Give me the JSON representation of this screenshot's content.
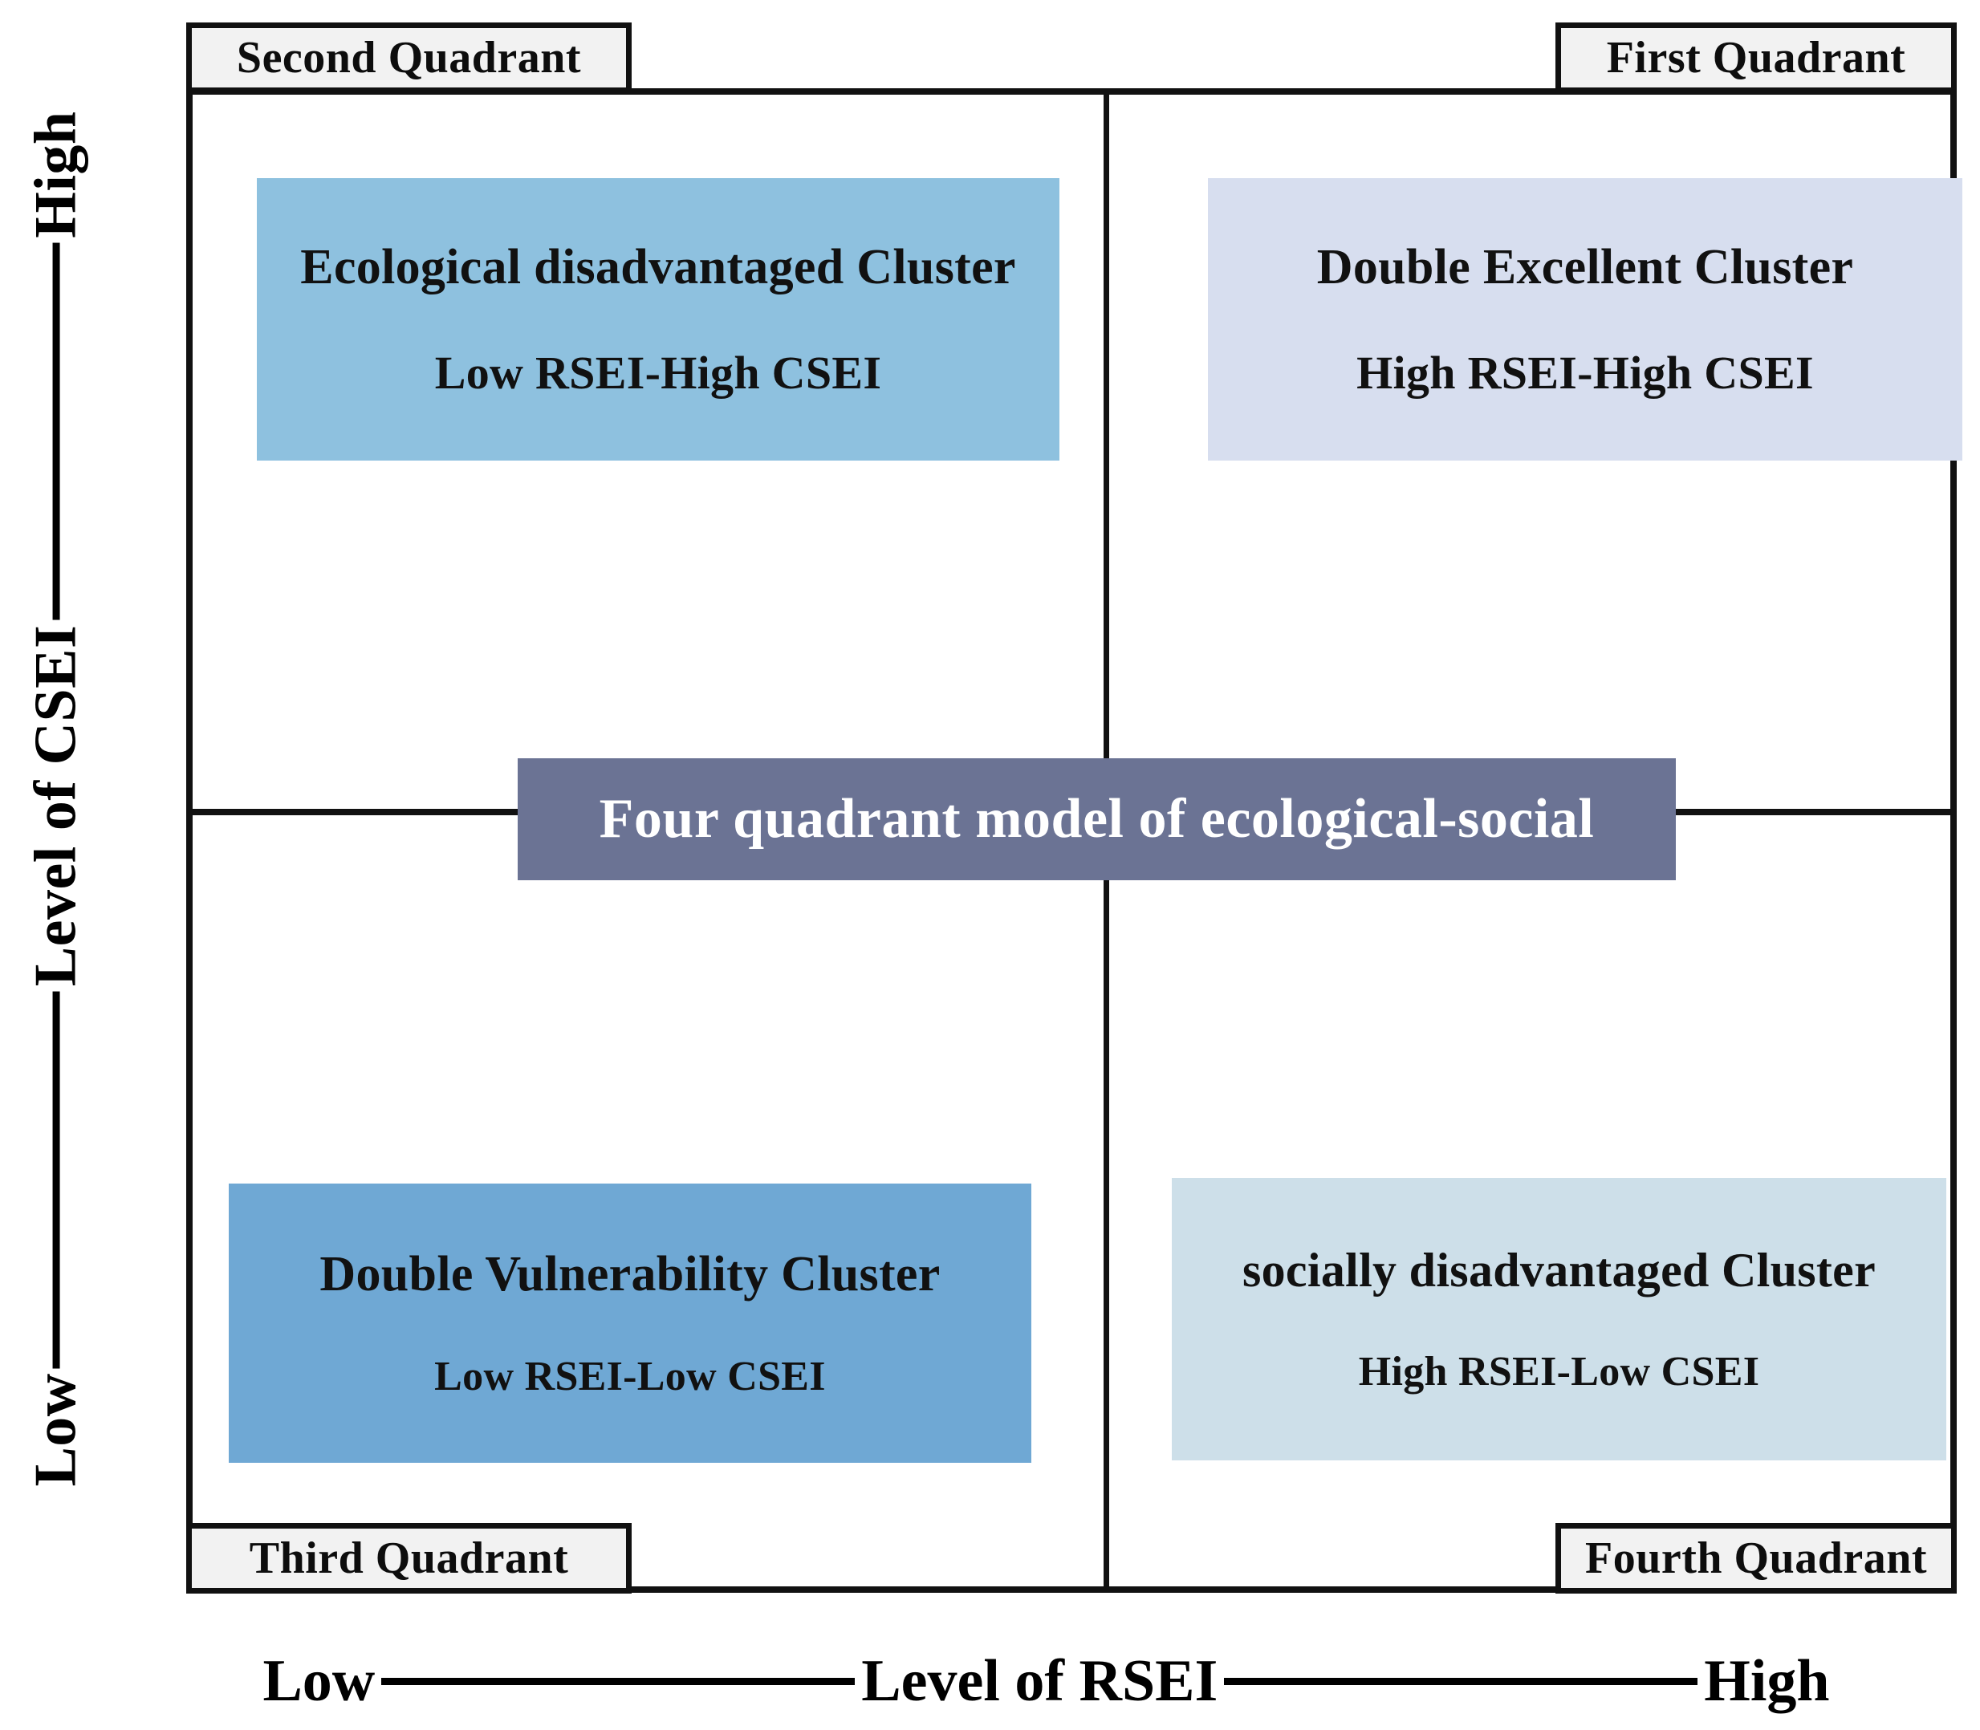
{
  "diagram": {
    "center_banner": {
      "text": "Four quadrant model of ecological-social",
      "background_color": "#6B7394",
      "text_color": "#FFFFFF"
    },
    "axes": {
      "x": {
        "low_label": "Low",
        "name": "Level of RSEI",
        "high_label": "High"
      },
      "y": {
        "low_label": "Low",
        "name": "Level of CSEI",
        "high_label": "High"
      }
    },
    "quadrant_labels": {
      "second": "Second Quadrant",
      "first": "First Quadrant",
      "third": "Third Quadrant",
      "fourth": "Fourth Quadrant"
    },
    "clusters": [
      {
        "quadrant": "second",
        "title": "Ecological disadvantaged Cluster",
        "subtitle": "Low RSEI-High CSEI",
        "color": "#8EC1DF"
      },
      {
        "quadrant": "first",
        "title": "Double Excellent Cluster",
        "subtitle": "High RSEI-High CSEI",
        "color": "#D7DEEF"
      },
      {
        "quadrant": "third",
        "title": "Double Vulnerability Cluster",
        "subtitle": "Low RSEI-Low CSEI",
        "color": "#6FA8D4"
      },
      {
        "quadrant": "fourth",
        "title": "socially disadvantaged Cluster",
        "subtitle": "High RSEI-Low CSEI",
        "color": "#CDDFE9"
      }
    ],
    "colors": {
      "frame_line": "#111111",
      "label_box_fill": "#F2F2F2"
    }
  }
}
